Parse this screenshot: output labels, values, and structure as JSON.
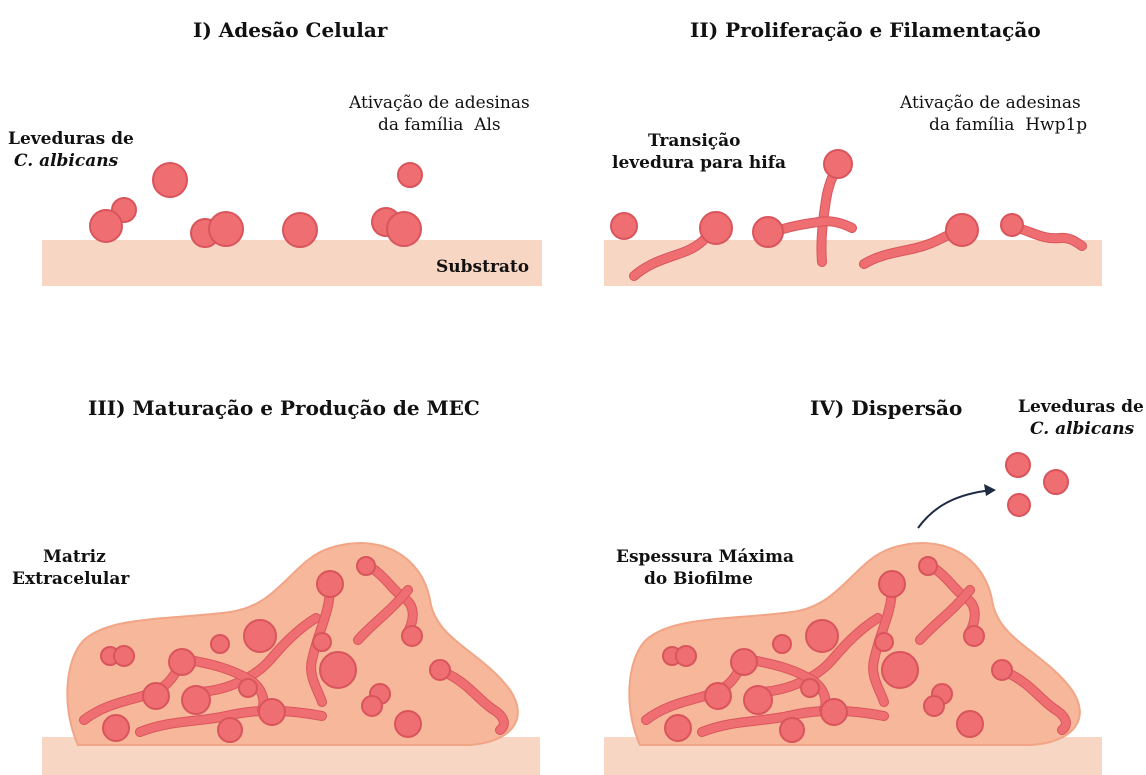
{
  "panels": {
    "p1": {
      "title": "I) Adesão Celular",
      "yeast_label_line1": "Leveduras de",
      "yeast_label_line2": "C. albicans",
      "adhesin_line1": "Ativação de adesinas",
      "adhesin_line2": "da família  Als",
      "substrate_label": "Substrato"
    },
    "p2": {
      "title": "II) Proliferação  e  Filamentação",
      "transition_line1": "Transição",
      "transition_line2": "levedura para hifa",
      "adhesin_line1": "Ativação de adesinas",
      "adhesin_line2": "da família  Hwp1p"
    },
    "p3": {
      "title": "III)  Maturação  e Produção de MEC",
      "matrix_line1": "Matriz",
      "matrix_line2": "Extracelular"
    },
    "p4": {
      "title": "IV)  Dispersão",
      "thickness_line1": "Espessura Máxima",
      "thickness_line2": "do Biofilme",
      "yeast_label_line1": "Leveduras de",
      "yeast_label_line2": "C. albicans"
    }
  },
  "colors": {
    "cell": "#ef6e72",
    "matrix": "#f7b79a",
    "substrate": "#f7d6c3",
    "arrow": "#1f2a44"
  }
}
